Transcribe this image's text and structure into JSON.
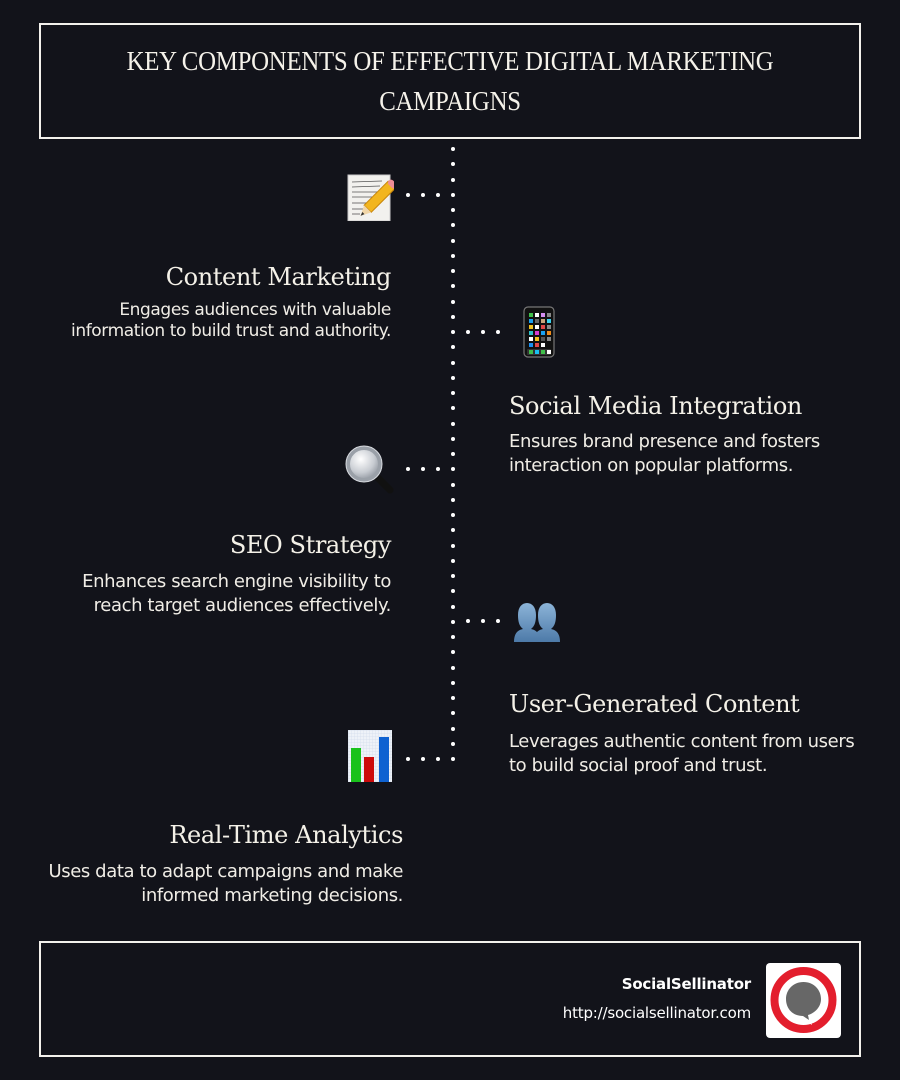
{
  "header": {
    "title": "KEY COMPONENTS OF EFFECTIVE DIGITAL MARKETING CAMPAIGNS"
  },
  "items": [
    {
      "title": "Content Marketing",
      "description": "Engages audiences with valuable information to build trust and authority.",
      "icon": "memo-pencil-icon",
      "side": "left"
    },
    {
      "title": "Social Media Integration",
      "description": "Ensures brand presence and fosters interaction on popular platforms.",
      "icon": "mobile-phone-icon",
      "side": "right"
    },
    {
      "title": "SEO Strategy",
      "description": "Enhances search engine visibility to reach target audiences effectively.",
      "icon": "magnifying-glass-icon",
      "side": "left"
    },
    {
      "title": "User-Generated Content",
      "description": "Leverages authentic content from users to build social proof and trust.",
      "icon": "busts-in-silhouette-icon",
      "side": "right"
    },
    {
      "title": "Real-Time Analytics",
      "description": "Uses data to adapt campaigns and make informed marketing decisions.",
      "icon": "bar-chart-icon",
      "side": "left"
    }
  ],
  "footer": {
    "brand_name": "SocialSellinator",
    "brand_url": "http://socialsellinator.com",
    "logo": "speech-bubble-logo-icon"
  },
  "colors": {
    "background": "#12131a",
    "border": "#f3f1ec",
    "text": "#f2efe8",
    "logo_red": "#e31e2d",
    "logo_gray": "#676767"
  }
}
